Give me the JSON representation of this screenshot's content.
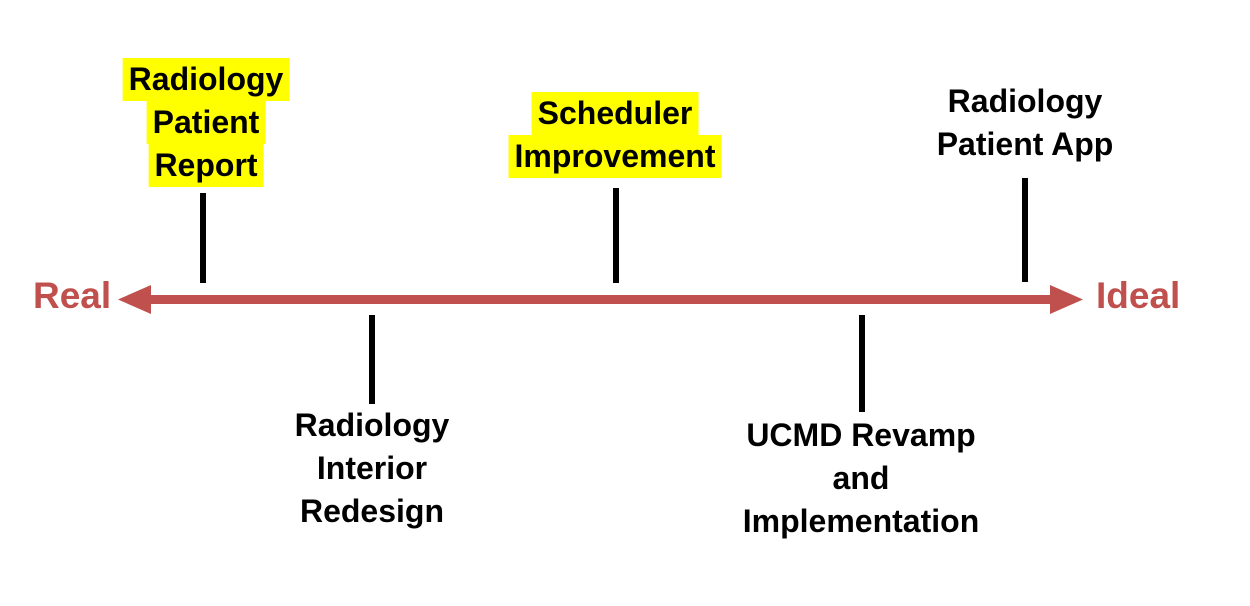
{
  "timeline": {
    "type": "real-ideal-spectrum-diagram",
    "axis": {
      "left_end_label": "Real",
      "right_end_label": "Ideal",
      "axis_color": "#c0504d",
      "style": "double-headed-arrow"
    },
    "highlight_color": "#ffff00",
    "text_color": "#000000",
    "tick_color": "#000000",
    "milestones": [
      {
        "name": "radiology-patient-report",
        "side": "above",
        "highlighted": true,
        "lines": [
          "Radiology",
          "Patient",
          "Report"
        ]
      },
      {
        "name": "scheduler-improvement",
        "side": "above",
        "highlighted": true,
        "lines": [
          "Scheduler",
          "Improvement"
        ]
      },
      {
        "name": "radiology-patient-app",
        "side": "above",
        "highlighted": false,
        "lines": [
          "Radiology",
          "Patient App"
        ]
      },
      {
        "name": "radiology-interior-redesign",
        "side": "below",
        "highlighted": false,
        "lines": [
          "Radiology",
          "Interior",
          "Redesign"
        ]
      },
      {
        "name": "ucmd-revamp-and-implementation",
        "side": "below",
        "highlighted": false,
        "lines": [
          "UCMD Revamp",
          "and",
          "Implementation"
        ]
      }
    ]
  }
}
